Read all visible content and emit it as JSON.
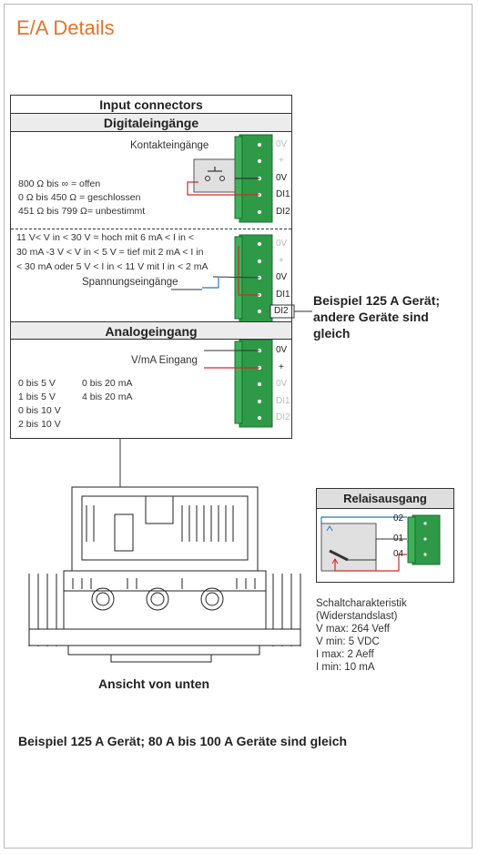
{
  "title": "E/A Details",
  "input": {
    "header": "Input connectors",
    "digital_header": "Digitaleingänge",
    "contact_label": "Kontakteingänge",
    "contact_lines": [
      "800 Ω bis ∞ = offen",
      "0 Ω bis 450 Ω = geschlossen",
      "451 Ω bis 799 Ω= unbestimmt"
    ],
    "voltage_lines": [
      "11 V< V in < 30 V = hoch mit 6 mA < I in <",
      "30 mA -3 V < V in < 5 V = tief mit 2 mA < I in",
      "< 30 mA oder 5 V < I in < 11 V mit I in < 2 mA"
    ],
    "voltage_label": "Spannungseingänge",
    "analog_header": "Analogeingang",
    "analog_label": "V/mA Eingang",
    "analog_col1": [
      "0 bis 5 V",
      "1 bis 5 V",
      "0 bis 10 V",
      "2 bis 10 V"
    ],
    "analog_col2": [
      "0 bis 20 mA",
      "4 bis 20 mA"
    ],
    "pins_contact": [
      "0V",
      "+",
      "0V",
      "DI1",
      "DI2"
    ],
    "pins_voltage": [
      "0V",
      "+",
      "0V",
      "DI1",
      "DI2"
    ],
    "pins_analog": [
      "0V",
      "+",
      "0V",
      "DI1",
      "DI2"
    ]
  },
  "note_right": [
    "Beispiel 125 A Gerät;",
    "andere Geräte sind",
    "gleich"
  ],
  "relay": {
    "header": "Relaisausgang",
    "pins": [
      "02",
      "01",
      "04"
    ],
    "specs": [
      "Schaltcharakteristik",
      "(Widerstandslast)",
      "V max: 264 Veff",
      "V min: 5 VDC",
      "I max: 2 Aeff",
      " I min: 10 mA"
    ]
  },
  "bottom_caption": "Ansicht von unten",
  "footer": "Beispiel 125 A Gerät; 80 A bis 100 A Geräte sind gleich",
  "colors": {
    "accent": "#e5732a",
    "connector": "#2e9a48",
    "wire_red": "#d9262b",
    "wire_blue": "#2a78c0"
  }
}
